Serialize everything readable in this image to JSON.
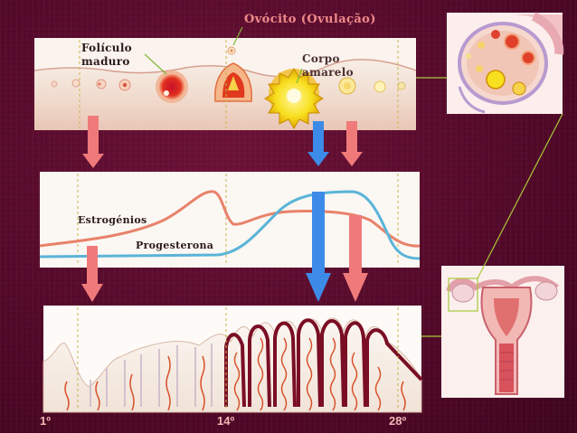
{
  "labels": {
    "ovocito": "Ovócito (Ovulação)",
    "foliculo_line1": "Folículo",
    "foliculo_line2": "maduro",
    "corpo_line1": "Corpo",
    "corpo_line2": "amarelo",
    "estrogenios": "Estrogénios",
    "progesterona": "Progesterona"
  },
  "days": [
    "1º",
    "14º",
    "28º"
  ],
  "colors": {
    "background": "#5a0a2c",
    "estrogen_curve": "#e8826a",
    "progesterone_curve": "#5ab4d8",
    "arrow_pink": "#f07a7a",
    "arrow_blue": "#3d8be8",
    "connector": "#a8c83a"
  }
}
